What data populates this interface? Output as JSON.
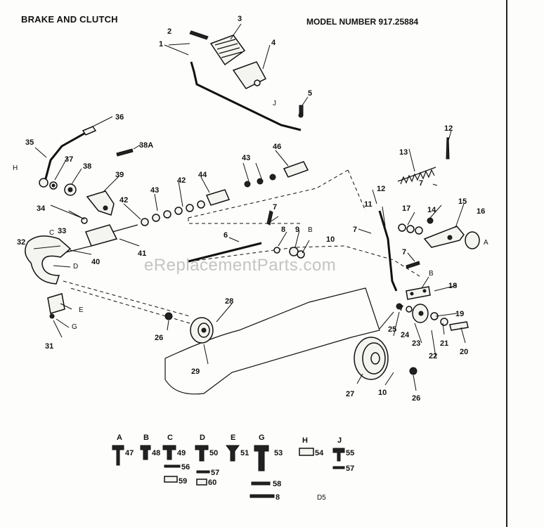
{
  "header": {
    "title": "BRAKE AND CLUTCH",
    "model_number": "MODEL NUMBER 917.25884"
  },
  "watermark": "eReplacementParts.com",
  "sheet_code": "D5",
  "callouts": [
    {
      "id": "c1",
      "label": "1"
    },
    {
      "id": "c2",
      "label": "2"
    },
    {
      "id": "c3",
      "label": "3"
    },
    {
      "id": "c4",
      "label": "4"
    },
    {
      "id": "c5",
      "label": "5"
    },
    {
      "id": "c6",
      "label": "6"
    },
    {
      "id": "c7a",
      "label": "7"
    },
    {
      "id": "c7b",
      "label": "7"
    },
    {
      "id": "c7c",
      "label": "7"
    },
    {
      "id": "c7d",
      "label": "7"
    },
    {
      "id": "c7e",
      "label": "7"
    },
    {
      "id": "c8a",
      "label": "8"
    },
    {
      "id": "c9",
      "label": "9"
    },
    {
      "id": "c10a",
      "label": "10"
    },
    {
      "id": "c10b",
      "label": "10"
    },
    {
      "id": "c11",
      "label": "11"
    },
    {
      "id": "c12a",
      "label": "12"
    },
    {
      "id": "c12b",
      "label": "12"
    },
    {
      "id": "c13",
      "label": "13"
    },
    {
      "id": "c14",
      "label": "14"
    },
    {
      "id": "c15",
      "label": "15"
    },
    {
      "id": "c16",
      "label": "16"
    },
    {
      "id": "c17",
      "label": "17"
    },
    {
      "id": "c18",
      "label": "18"
    },
    {
      "id": "c19",
      "label": "19"
    },
    {
      "id": "c20",
      "label": "20"
    },
    {
      "id": "c21",
      "label": "21"
    },
    {
      "id": "c22",
      "label": "22"
    },
    {
      "id": "c23",
      "label": "23"
    },
    {
      "id": "c24",
      "label": "24"
    },
    {
      "id": "c25",
      "label": "25"
    },
    {
      "id": "c26a",
      "label": "26"
    },
    {
      "id": "c26b",
      "label": "26"
    },
    {
      "id": "c27",
      "label": "27"
    },
    {
      "id": "c28",
      "label": "28"
    },
    {
      "id": "c29",
      "label": "29"
    },
    {
      "id": "c31",
      "label": "31"
    },
    {
      "id": "c32",
      "label": "32"
    },
    {
      "id": "c33",
      "label": "33"
    },
    {
      "id": "c34",
      "label": "34"
    },
    {
      "id": "c35",
      "label": "35"
    },
    {
      "id": "c36",
      "label": "36"
    },
    {
      "id": "c37",
      "label": "37"
    },
    {
      "id": "c38",
      "label": "38"
    },
    {
      "id": "c38a",
      "label": "38A"
    },
    {
      "id": "c39",
      "label": "39"
    },
    {
      "id": "c40",
      "label": "40"
    },
    {
      "id": "c41",
      "label": "41"
    },
    {
      "id": "c42a",
      "label": "42"
    },
    {
      "id": "c42b",
      "label": "42"
    },
    {
      "id": "c43a",
      "label": "43"
    },
    {
      "id": "c43b",
      "label": "43"
    },
    {
      "id": "c44",
      "label": "44"
    },
    {
      "id": "c46",
      "label": "46"
    }
  ],
  "letters": [
    {
      "id": "lH",
      "label": "H"
    },
    {
      "id": "lC",
      "label": "C"
    },
    {
      "id": "lD",
      "label": "D"
    },
    {
      "id": "lE",
      "label": "E"
    },
    {
      "id": "lG",
      "label": "G"
    },
    {
      "id": "lB1",
      "label": "B"
    },
    {
      "id": "lB2",
      "label": "B"
    },
    {
      "id": "lA",
      "label": "A"
    },
    {
      "id": "lJ",
      "label": "J"
    }
  ],
  "hardware": [
    {
      "letter": "A",
      "num": "47"
    },
    {
      "letter": "B",
      "num": "48"
    },
    {
      "letter": "C",
      "num": "49"
    },
    {
      "letter": "D",
      "num": "50"
    },
    {
      "letter": "E",
      "num": "51"
    },
    {
      "letter": "G",
      "num": "53"
    },
    {
      "letter": "H",
      "num": "54"
    },
    {
      "letter": "J",
      "num": "55"
    }
  ],
  "hardware_extra": [
    {
      "id": "x56",
      "label": "56"
    },
    {
      "id": "x59",
      "label": "59"
    },
    {
      "id": "x57a",
      "label": "57"
    },
    {
      "id": "x60",
      "label": "60"
    },
    {
      "id": "x57b",
      "label": "57"
    },
    {
      "id": "x58",
      "label": "58"
    },
    {
      "id": "x8",
      "label": "8"
    }
  ]
}
